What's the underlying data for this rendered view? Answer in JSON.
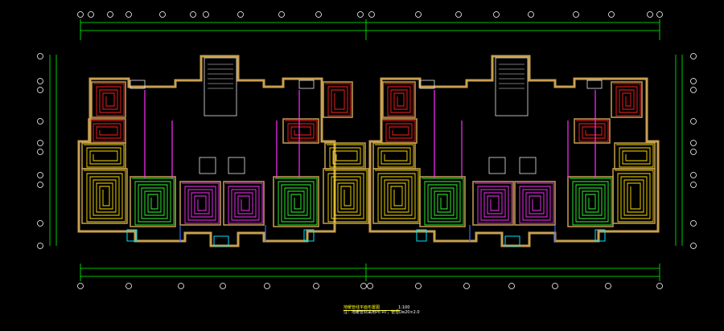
{
  "drawing": {
    "caption_title": "地暖管线平面布置图",
    "caption_scale": "1:100",
    "caption_note": "注：地暖管材采用PE-RT，管径De20×2.0",
    "colors": {
      "background": "#000000",
      "wall": "#c8a050",
      "dimension": "#00ff00",
      "grid_bubble": "#ffffff",
      "pipe_red": "#ff2020",
      "pipe_yellow": "#ffe000",
      "pipe_green": "#30ff30",
      "pipe_magenta": "#ff30ff",
      "pipe_white": "#e8e8e8",
      "cyan": "#00e5ff",
      "blue": "#3a6cff"
    }
  }
}
